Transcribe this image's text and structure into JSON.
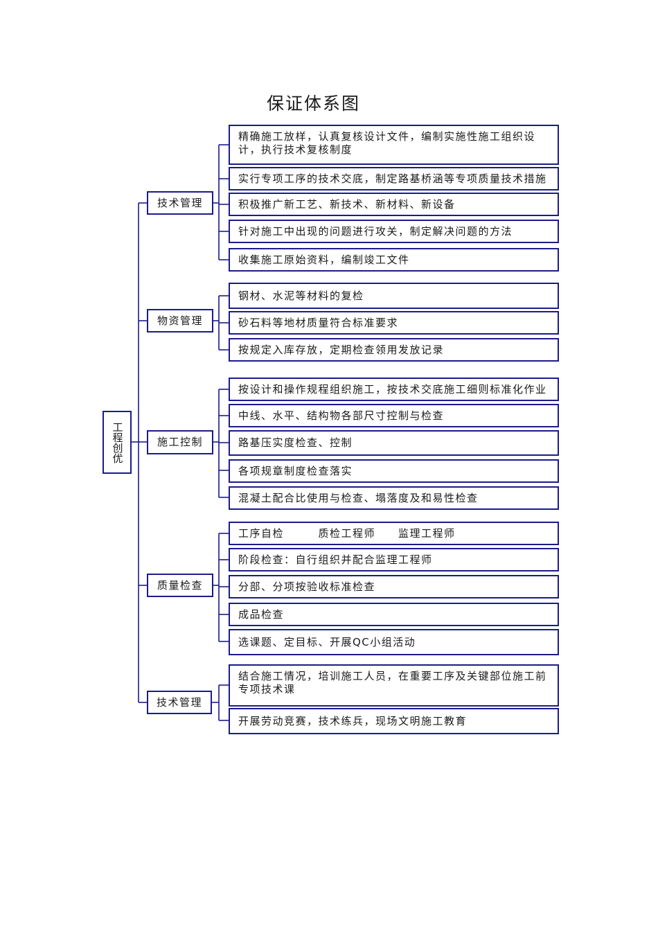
{
  "title": "保证体系图",
  "root": "工程创优",
  "groups": [
    {
      "label": "技术管理",
      "items": [
        "精确施工放样，认真复核设计文件，编制实施性施工组织设计，执行技术复核制度",
        "实行专项工序的技术交底，制定路基桥涵等专项质量技术措施",
        "积极推广新工艺、新技术、新材料、新设备",
        "针对施工中出现的问题进行攻关，制定解决问题的方法",
        "收集施工原始资料，编制竣工文件"
      ]
    },
    {
      "label": "物资管理",
      "items": [
        "钢材、水泥等材料的复检",
        "砂石料等地材质量符合标准要求",
        "按规定入库存放，定期检查领用发放记录"
      ]
    },
    {
      "label": "施工控制",
      "items": [
        "按设计和操作规程组织施工，按技术交底施工细则标准化作业",
        "中线、水平、结构物各部尺寸控制与检查",
        "路基压实度检查、控制",
        "各项规章制度检查落实",
        "混凝土配合比使用与检查、塌落度及和易性检查"
      ]
    },
    {
      "label": "质量检查",
      "items": [
        "工序自检　　　质检工程师　　监理工程师",
        "阶段检查：自行组织并配合监理工程师",
        "分部、分项按验收标准检查",
        "成品检查",
        "选课题、定目标、开展QC小组活动"
      ]
    },
    {
      "label": "技术管理",
      "items": [
        "结合施工情况，培训施工人员，在重要工序及关键部位施工前专项技术课",
        "开展劳动竞赛，技术练兵，现场文明施工教育"
      ]
    }
  ]
}
